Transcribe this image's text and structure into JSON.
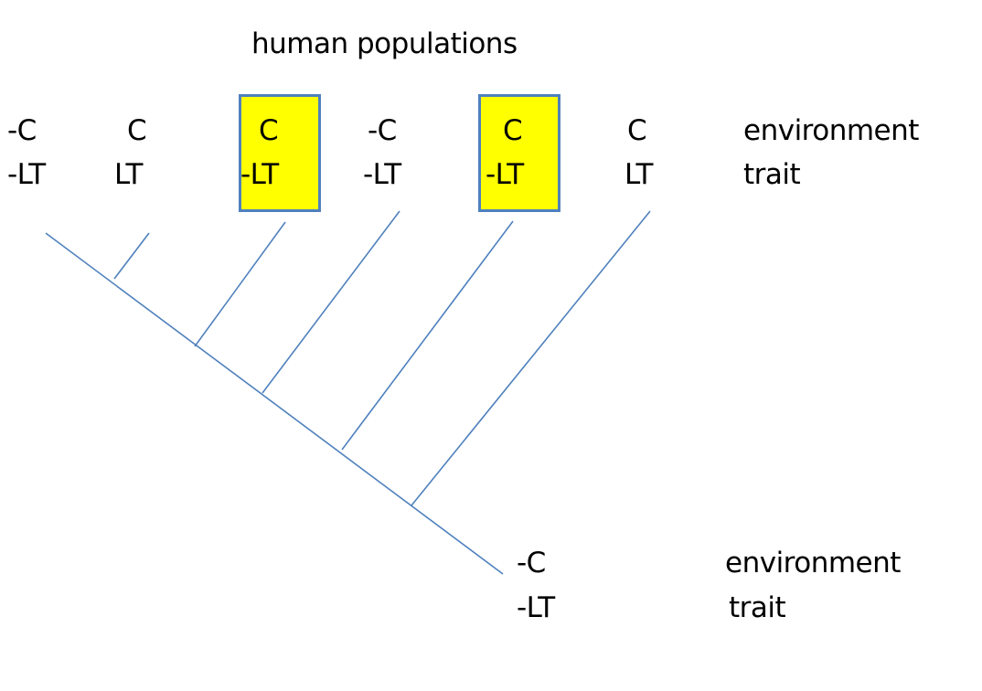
{
  "title": "human populations",
  "header_labels": {
    "environment": "environment",
    "trait": "trait"
  },
  "populations": [
    {
      "environment": "-C",
      "trait": "-LT",
      "highlighted": false
    },
    {
      "environment": "C",
      "trait": "LT",
      "highlighted": false
    },
    {
      "environment": "C",
      "trait": "-LT",
      "highlighted": true
    },
    {
      "environment": "-C",
      "trait": "-LT",
      "highlighted": false
    },
    {
      "environment": "C",
      "trait": "-LT",
      "highlighted": true
    },
    {
      "environment": "C",
      "trait": "LT",
      "highlighted": false
    }
  ],
  "ancestor": {
    "environment": "-C",
    "trait": "-LT"
  },
  "ancestor_labels": {
    "environment": "environment",
    "trait": "trait"
  },
  "colors": {
    "line": "#4f81bd",
    "highlight": "#ffff00",
    "highlight_border": "#4f81bd"
  }
}
